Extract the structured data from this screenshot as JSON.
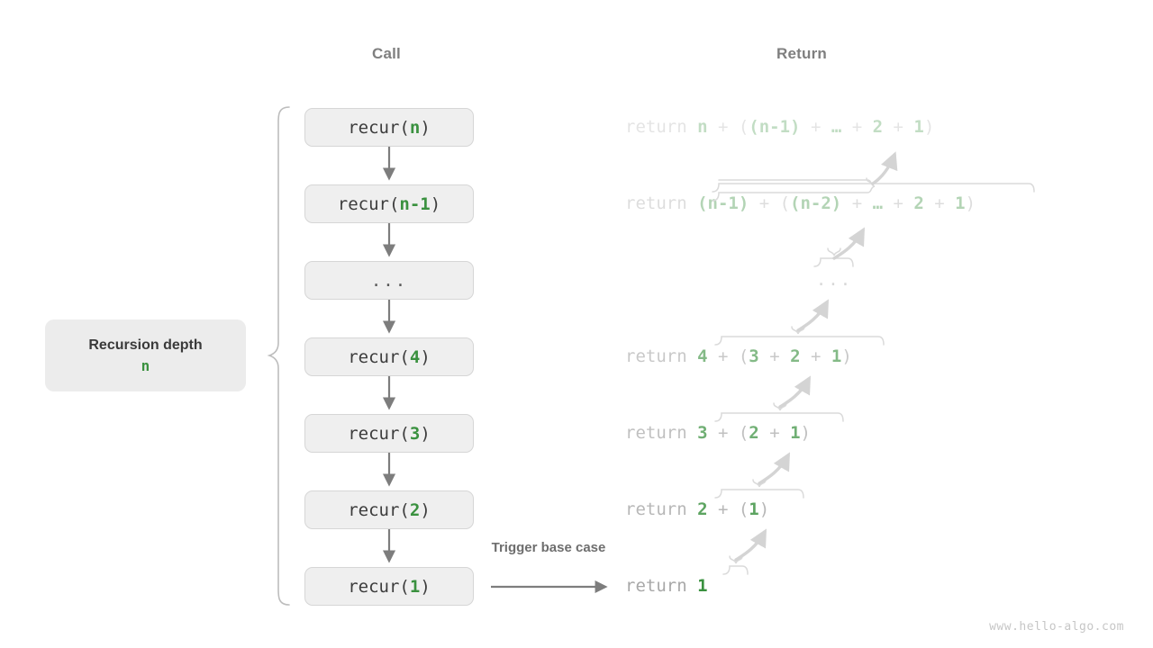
{
  "page": {
    "background": "#ffffff",
    "watermark": "www.hello-algo.com",
    "accent_green": "#3a913f",
    "box_fill": "#efefef",
    "box_border": "#d6d6d6",
    "muted_text": "#a8a8a8",
    "header_text": "#7f7f7f"
  },
  "headers": {
    "call": "Call",
    "return": "Return"
  },
  "depth_card": {
    "title": "Recursion depth",
    "value": "n"
  },
  "trigger": {
    "label": "Trigger base case"
  },
  "call_stack": [
    {
      "prefix": "recur(",
      "arg": "n",
      "suffix": ")",
      "is_ellipsis": false,
      "text": "recur(n)"
    },
    {
      "prefix": "recur(",
      "arg": "n-1",
      "suffix": ")",
      "is_ellipsis": false,
      "text": "recur(n-1)"
    },
    {
      "prefix": "",
      "arg": "",
      "suffix": "",
      "is_ellipsis": true,
      "text": "..."
    },
    {
      "prefix": "recur(",
      "arg": "4",
      "suffix": ")",
      "is_ellipsis": false,
      "text": "recur(4)"
    },
    {
      "prefix": "recur(",
      "arg": "3",
      "suffix": ")",
      "is_ellipsis": false,
      "text": "recur(3)"
    },
    {
      "prefix": "recur(",
      "arg": "2",
      "suffix": ")",
      "is_ellipsis": false,
      "text": "recur(2)"
    },
    {
      "prefix": "recur(",
      "arg": "1",
      "suffix": ")",
      "is_ellipsis": false,
      "text": "recur(1)"
    }
  ],
  "returns": [
    {
      "keyword": "return ",
      "expression": "n + ((n-1) + … + 2 + 1)",
      "full": "return n + ((n-1) + … + 2 + 1)",
      "opacity": 0.3
    },
    {
      "keyword": "return ",
      "expression": "(n-1) + ((n-2) + … + 2 + 1)",
      "full": "return (n-1) + ((n-2) + … + 2 + 1)",
      "opacity": 0.38
    },
    {
      "keyword": "",
      "expression": "...",
      "full": "...",
      "opacity": 0.55
    },
    {
      "keyword": "return ",
      "expression": "4 + (3 + 2 + 1)",
      "full": "return 4 + (3 + 2 + 1)",
      "opacity": 0.62
    },
    {
      "keyword": "return ",
      "expression": "3 + (2 + 1)",
      "full": "return 3 + (2 + 1)",
      "opacity": 0.72
    },
    {
      "keyword": "return ",
      "expression": "2 + (1)",
      "full": "return 2 + (1)",
      "opacity": 0.82
    },
    {
      "keyword": "return ",
      "expression": "1",
      "full": "return 1",
      "opacity": 1.0
    }
  ]
}
